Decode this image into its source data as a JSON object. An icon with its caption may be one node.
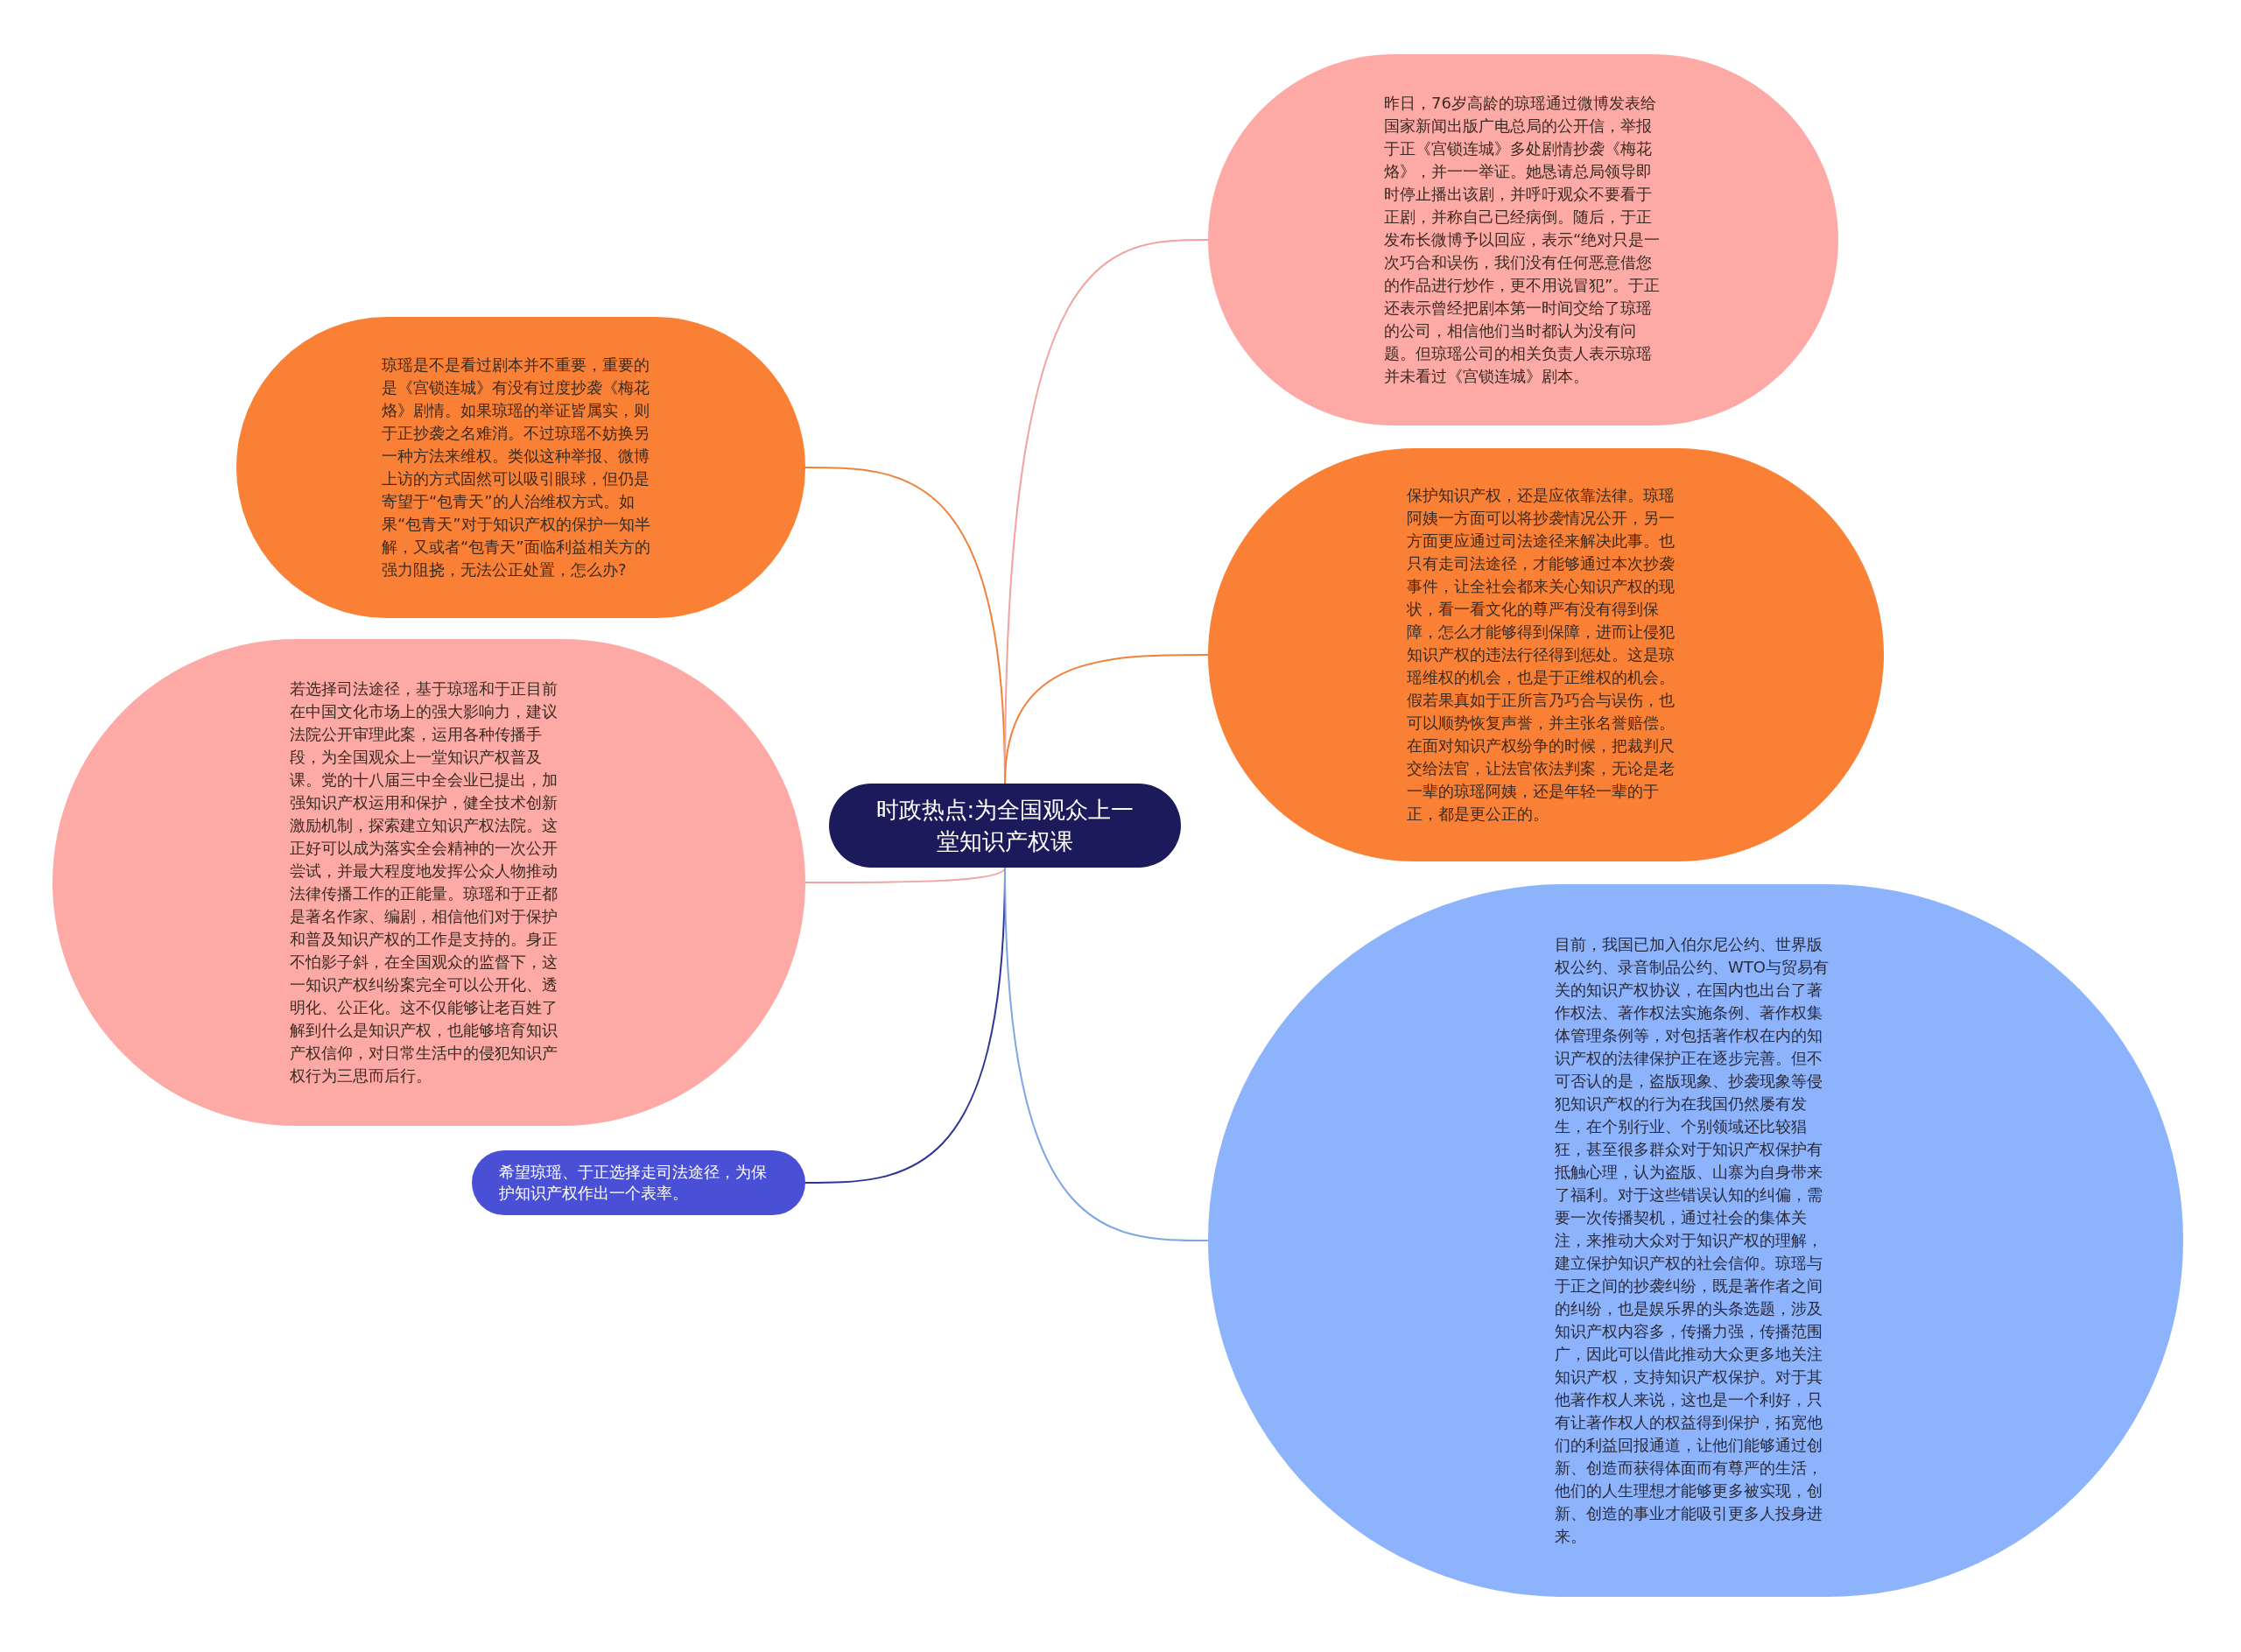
{
  "diagram": {
    "nodes": [
      {
        "text": [
          "时政热点:为全国观众上一堂知识产权课"
        ]
      },
      {
        "text": [
          "琼瑶是不是看过剧本并不重要，重要的是《宫锁连城》有没有过度抄袭《梅花烙》剧情。如果琼瑶的举证皆属实，则于正抄袭之名难消。不过琼瑶不妨换另一种方法来维权。类似这种举报、微博上访的方式固然可以吸引眼球，但仍是寄望于“包青天”的人治维权方式。如果“包青天”对于知识产权的保护一知半解，又或者“包青天”面临利益相关方的强力阻挠，无法公正处置，怎么办?"
        ]
      },
      {
        "text": [
          "若选择司法途径，基于琼瑶和于正目前在中国文化市场上的强大影响力，建议法院公开审理此案，运用各种传播手段，为全国观众上一堂知识产权普及课。党的十八届三中全会业已提出，加强知识产权运用和保护，健全技术创新激励机制，探索建立知识产权法院。这正好可以成为落实全会精神的一次公开尝试，并最大程度地发挥公众人物推动法律传播工作的正能量。琼瑶和于正都是著名作家、编剧，相信他们对于保护和普及知识产权的工作是支持的。身正不怕影子斜，在全国观众的监督下，这一知识产权纠纷案完全可以公开化、透明化、公正化。这不仅能够让老百姓了解到什么是知识产权，也能够培育知识产权信仰，对日常生活中的侵犯知识产权行为三思而后行。"
        ]
      },
      {
        "text": [
          "希望琼瑶、于正选择走司法途径，为保护知识产权作出一个表率。"
        ]
      },
      {
        "text": [
          "昨日，76岁高龄的琼瑶通过微博发表给国家新闻出版广电总局的公开信，举报于正《宫锁连城》多处剧情抄袭《梅花烙》，并一一举证。她恳请总局领导即时停止播出该剧，并呼吁观众不要看于正剧，并称自己已经病倒。随后，于正发布长微博予以回应，表示“绝对只是一次巧合和误伤，我们没有任何恶意借您的作品进行炒作，更不用说冒犯”。于正还表示曾经把剧本第一时间交给了琼瑶的公司，相信他们当时都认为没有问题。但琼瑶公司的相关负责人表示琼瑶并未看过《宫锁连城》剧本。"
        ]
      },
      {
        "text": [
          "保护知识产权，还是应依靠法律。琼瑶阿姨一方面可以将抄袭情况公开，另一方面更应通过司法途径来解决此事。也只有走司法途径，才能够通过本次抄袭事件，让全社会都来关心知识产权的现状，看一看文化的尊严有没有得到保障，怎么才能够得到保障，进而让侵犯知识产权的违法行径得到惩处。这是琼瑶维权的机会，也是于正维权的机会。假若果真如于正所言乃巧合与误伤，也可以顺势恢复声誉，并主张名誉赔偿。在面对知识产权纷争的时候，把裁判尺交给法官，让法官依法判案，无论是老一辈的琼瑶阿姨，还是年轻一辈的于正，都是更公正的。"
        ]
      },
      {
        "text": [
          "目前，我国已加入伯尔尼公约、世界版权公约、录音制品公约、WTO与贸易有关的知识产权协议，在国内也出台了著作权法、著作权法实施条例、著作权集体管理条例等，对包括著作权在内的知识产权的法律保护正在逐步完善。但不可否认的是，盗版现象、抄袭现象等侵犯知识产权的行为在我国仍然屡有发生，在个别行业、个别领域还比较猖狂，甚至很多群众对于知识产权保护有抵触心理，认为盗版、山寨为自身带来了福利。对于这些错误认知的纠偏，需要一次传播契机，通过社会的集体关注，来推动大众对于知识产权的理解，建立保护知识产权的社会信仰。琼瑶与于正之间的抄袭纠纷，既是著作者之间的纠纷，也是娱乐界的头条选题，涉及知识产权内容多，传播力强，传播范围广，因此可以借此推动大众更多地关注知识产权，支持知识产权保护。对于其他著作权人来说，这也是一个利好，只有让著作权人的权益得到保护，拓宽他们的利益回报通道，让他们能够通过创新、创造而获得体面而有尊严的生活，他们的人生理想才能够更多被实现，创新、创造的事业才能吸引更多人投身进来。"
        ]
      }
    ],
    "edges": [
      {
        "from": 0,
        "to": 1,
        "arrow": "none",
        "color": "#f0813a"
      },
      {
        "from": 0,
        "to": 2,
        "arrow": "none",
        "color": "#f2a3a0"
      },
      {
        "from": 0,
        "to": 3,
        "arrow": "none",
        "color": "#2d3595"
      },
      {
        "from": 0,
        "to": 4,
        "arrow": "none",
        "color": "#f2a3a0"
      },
      {
        "from": 0,
        "to": 5,
        "arrow": "none",
        "color": "#f0813a"
      },
      {
        "from": 0,
        "to": 6,
        "arrow": "none",
        "color": "#7fa6e2"
      }
    ]
  }
}
